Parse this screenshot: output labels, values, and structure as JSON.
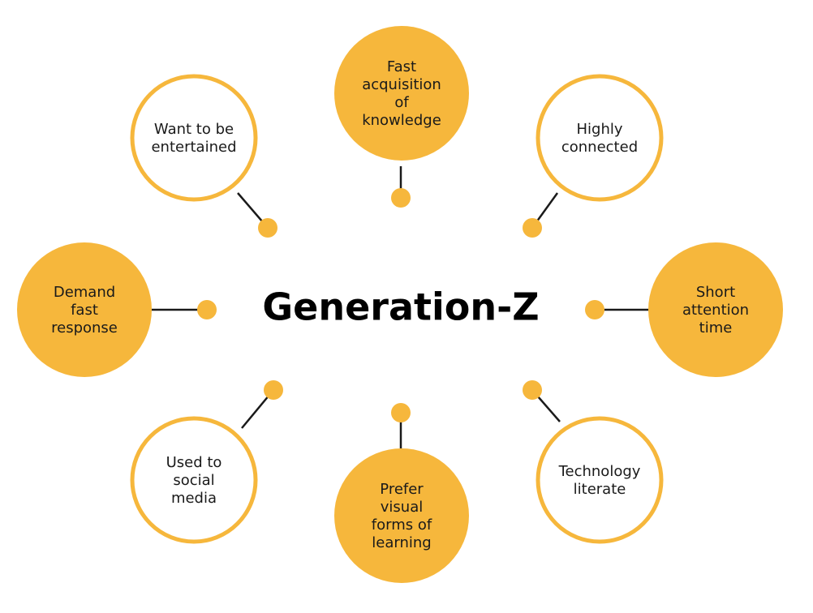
{
  "title": "Generation-Z",
  "colors": {
    "accent": "#F6B73C",
    "outline": "#F6B73C",
    "connector": "#1a1a1a",
    "text": "#1a1a1a",
    "background": "#ffffff"
  },
  "nodes": [
    {
      "id": "fast-acquisition",
      "label": "Fast acquisition of knowledge",
      "lines": [
        "Fast",
        "acquisition",
        "of",
        "knowledge"
      ],
      "style": "filled"
    },
    {
      "id": "highly-connected",
      "label": "Highly connected",
      "lines": [
        "Highly",
        "connected"
      ],
      "style": "outline"
    },
    {
      "id": "short-attention",
      "label": "Short attention time",
      "lines": [
        "Short",
        "attention",
        "time"
      ],
      "style": "filled"
    },
    {
      "id": "technology-literate",
      "label": "Technology literate",
      "lines": [
        "Technology",
        "literate"
      ],
      "style": "outline"
    },
    {
      "id": "prefer-visual",
      "label": "Prefer visual forms of learning",
      "lines": [
        "Prefer",
        "visual",
        "forms of",
        "learning"
      ],
      "style": "filled"
    },
    {
      "id": "social-media",
      "label": "Used to social media",
      "lines": [
        "Used to",
        "social",
        "media"
      ],
      "style": "outline"
    },
    {
      "id": "demand-fast",
      "label": "Demand fast response",
      "lines": [
        "Demand",
        "fast",
        "response"
      ],
      "style": "filled"
    },
    {
      "id": "want-entertained",
      "label": "Want to be entertained",
      "lines": [
        "Want to be",
        "entertained"
      ],
      "style": "outline"
    }
  ]
}
